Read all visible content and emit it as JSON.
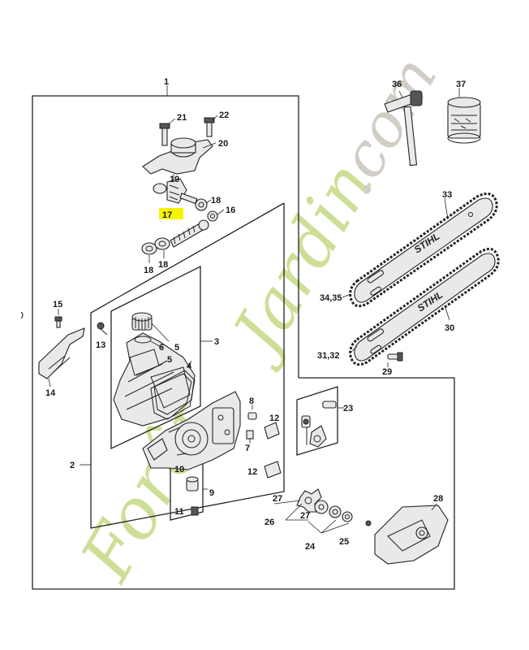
{
  "labels": {
    "n1": "1",
    "n2": "2",
    "n3": "3",
    "n4": "4",
    "n5a": "5",
    "n5b": "5",
    "n6": "6",
    "n7": "7",
    "n8": "8",
    "n9": "9",
    "n10": "10",
    "n11": "11",
    "n12a": "12",
    "n12b": "12",
    "n13": "13",
    "n14": "14",
    "n15": "15",
    "n16": "16",
    "n17": "17",
    "n18a": "18",
    "n18b": "18",
    "n18c": "18",
    "n19": "19",
    "n20": "20",
    "n21": "21",
    "n22": "22",
    "n23": "23",
    "n24": "24",
    "n25": "25",
    "n26": "26",
    "n27a": "27",
    "n27b": "27",
    "n28": "28",
    "n29": "29",
    "n30": "30",
    "n31": "31,32",
    "n33": "33",
    "n34": "34,35",
    "n36": "36",
    "n37": "37"
  },
  "bar_brand_1": "STIHL",
  "bar_brand_2": "STIHL",
  "watermark": {
    "line1": "Forêt",
    "line2": "Jardin",
    "line3": ".com",
    "color_green": "#c8dc8c",
    "color_orange": "#f3c99a",
    "color_grey": "#cdc8bf"
  },
  "highlight_color": "#f5f500"
}
